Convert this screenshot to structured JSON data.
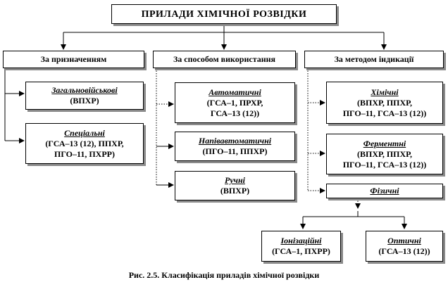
{
  "title": "ПРИЛАДИ ХІМІЧНОЇ РОЗВІДКИ",
  "columns": [
    {
      "header": "За призначенням",
      "items": [
        {
          "name": "Загальновійськові",
          "detail": [
            "(ВПХР)"
          ]
        },
        {
          "name": "Спеціальні",
          "detail": [
            "(ГСА–13 (12), ППХР,",
            "ПГО–11, ПХРР)"
          ]
        }
      ]
    },
    {
      "header": "За способом використання",
      "items": [
        {
          "name": "Автоматичні",
          "detail": [
            "(ГСА–1, ПРХР,",
            "ГСА–13 (12))"
          ]
        },
        {
          "name": "Напівавтоматичні",
          "detail": [
            "(ПГО–11, ППХР)"
          ]
        },
        {
          "name": "Ручні",
          "detail": [
            "(ВПХР)"
          ]
        }
      ]
    },
    {
      "header": "За методом індикації",
      "items": [
        {
          "name": "Хімічні",
          "detail": [
            "(ВПХР, ППХР,",
            "ПГО–11, ГСА–13 (12))"
          ]
        },
        {
          "name": "Ферментні",
          "detail": [
            "(ВПХР, ППХР,",
            "ПГО–11, ГСА–13 (12))"
          ]
        },
        {
          "name": "Фізичні",
          "detail": []
        }
      ]
    }
  ],
  "physical_sub": [
    {
      "name": "Іонізаційні",
      "detail": [
        "(ГСА–1, ПХРР)"
      ]
    },
    {
      "name": "Оптичні",
      "detail": [
        "(ГСА–13 (12))"
      ]
    }
  ],
  "caption": "Рис. 2.5. Класифікація приладів хімічної розвідки"
}
